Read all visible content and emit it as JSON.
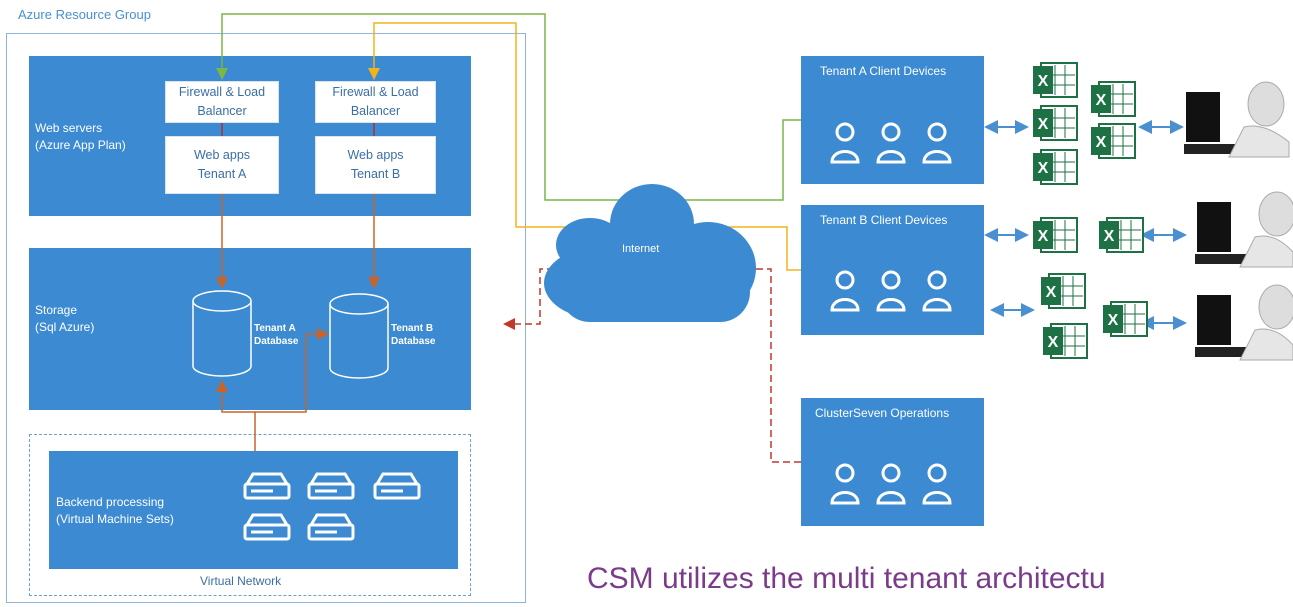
{
  "resource_group": {
    "label": "Azure Resource Group"
  },
  "web_servers": {
    "title_line1": "Web servers",
    "title_line2": "(Azure App Plan)"
  },
  "firewall_a": {
    "line1": "Firewall & Load",
    "line2": "Balancer"
  },
  "firewall_b": {
    "line1": "Firewall & Load",
    "line2": "Balancer"
  },
  "webapp_a": {
    "line1": "Web apps",
    "line2": "Tenant A"
  },
  "webapp_b": {
    "line1": "Web apps",
    "line2": "Tenant B"
  },
  "storage": {
    "title_line1": "Storage",
    "title_line2": "(Sql Azure)"
  },
  "db_a": {
    "line1": "Tenant A",
    "line2": "Database"
  },
  "db_b": {
    "line1": "Tenant B",
    "line2": "Database"
  },
  "backend": {
    "title_line1": "Backend processing",
    "title_line2": "(Virtual Machine Sets)"
  },
  "vnet": {
    "label": "Virtual Network"
  },
  "internet": {
    "label": "Internet"
  },
  "tenant_a": {
    "title": "Tenant A Client Devices"
  },
  "tenant_b": {
    "title": "Tenant B Client Devices"
  },
  "ops": {
    "title": "ClusterSeven Operations"
  },
  "caption": {
    "text": "CSM utilizes the multi tenant architectu"
  },
  "colors": {
    "panel": "#3b8ad2",
    "green_line": "#7ab648",
    "yellow_line": "#f2b31b",
    "orange_line": "#c8642a",
    "red_dashed": "#c0392b",
    "arrow_blue": "#4a90d0",
    "caption": "#7b3b8b"
  }
}
